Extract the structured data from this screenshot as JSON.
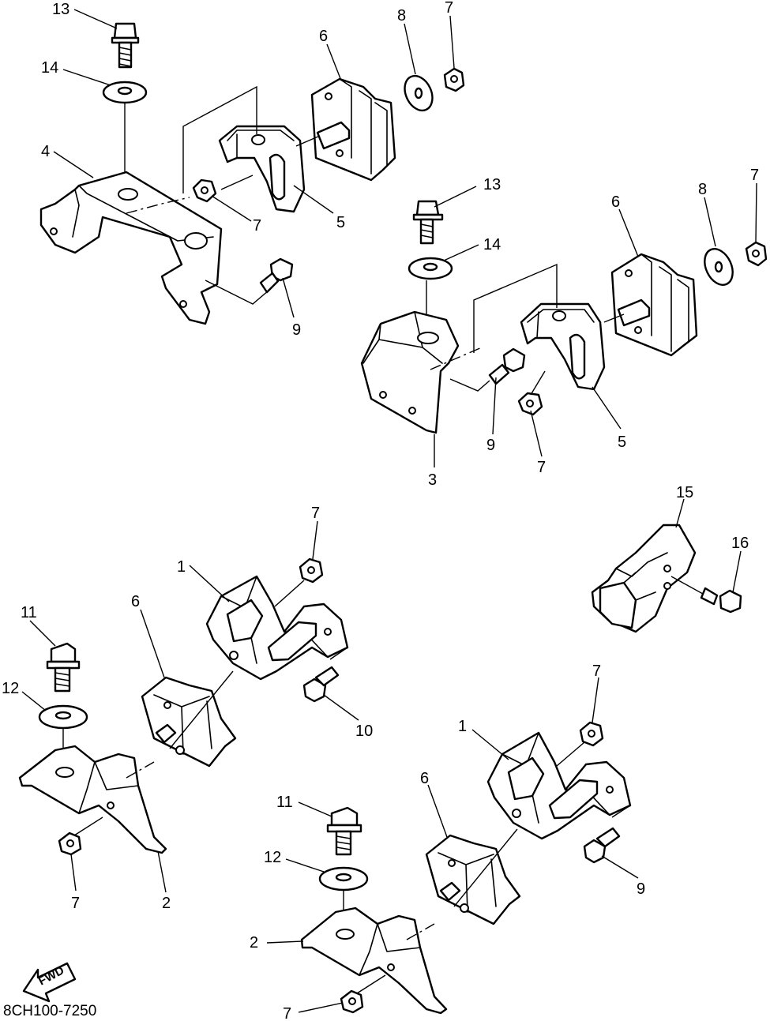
{
  "diagram_code": "8CH100-7250",
  "direction_label": "FWD",
  "callouts": [
    {
      "id": "c-13a",
      "text": "13"
    },
    {
      "id": "c-14a",
      "text": "14"
    },
    {
      "id": "c-4",
      "text": "4"
    },
    {
      "id": "c-6a",
      "text": "6"
    },
    {
      "id": "c-8a",
      "text": "8"
    },
    {
      "id": "c-7a",
      "text": "7"
    },
    {
      "id": "c-7b",
      "text": "7"
    },
    {
      "id": "c-5a",
      "text": "5"
    },
    {
      "id": "c-9a",
      "text": "9"
    },
    {
      "id": "c-13b",
      "text": "13"
    },
    {
      "id": "c-14b",
      "text": "14"
    },
    {
      "id": "c-6b",
      "text": "6"
    },
    {
      "id": "c-8b",
      "text": "8"
    },
    {
      "id": "c-7c",
      "text": "7"
    },
    {
      "id": "c-3",
      "text": "3"
    },
    {
      "id": "c-9b",
      "text": "9"
    },
    {
      "id": "c-7d",
      "text": "7"
    },
    {
      "id": "c-5b",
      "text": "5"
    },
    {
      "id": "c-15",
      "text": "15"
    },
    {
      "id": "c-16",
      "text": "16"
    },
    {
      "id": "c-7e",
      "text": "7"
    },
    {
      "id": "c-1a",
      "text": "1"
    },
    {
      "id": "c-11a",
      "text": "11"
    },
    {
      "id": "c-6c",
      "text": "6"
    },
    {
      "id": "c-12a",
      "text": "12"
    },
    {
      "id": "c-10",
      "text": "10"
    },
    {
      "id": "c-7f",
      "text": "7"
    },
    {
      "id": "c-2a",
      "text": "2"
    },
    {
      "id": "c-7g",
      "text": "7"
    },
    {
      "id": "c-1b",
      "text": "1"
    },
    {
      "id": "c-6d",
      "text": "6"
    },
    {
      "id": "c-11b",
      "text": "11"
    },
    {
      "id": "c-12b",
      "text": "12"
    },
    {
      "id": "c-9c",
      "text": "9"
    },
    {
      "id": "c-2b",
      "text": "2"
    },
    {
      "id": "c-7h",
      "text": "7"
    }
  ]
}
